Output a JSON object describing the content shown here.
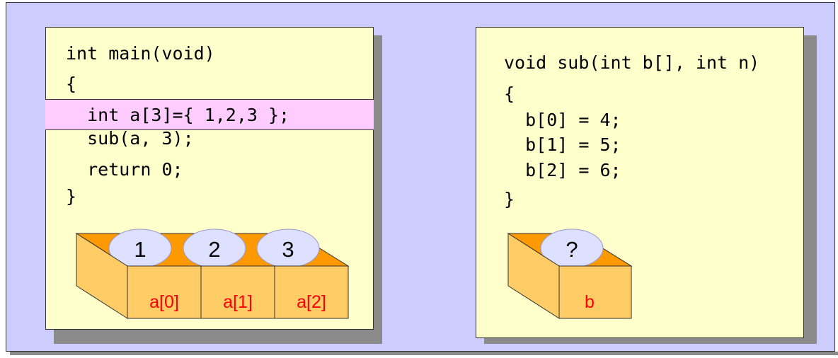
{
  "main_panel": {
    "code_lines": [
      "int main(void)",
      "{",
      "  int a[3]={ 1,2,3 };",
      "  sub(a, 3);",
      "  return 0;",
      "}"
    ],
    "highlighted_line_index": 2,
    "boxes": [
      {
        "value": "1",
        "label": "a[0]"
      },
      {
        "value": "2",
        "label": "a[1]"
      },
      {
        "value": "3",
        "label": "a[2]"
      }
    ]
  },
  "sub_panel": {
    "code_lines": [
      "void sub(int b[], int n)",
      "{",
      "  b[0] = 4;",
      "  b[1] = 5;",
      "  b[2] = 6;",
      "}"
    ],
    "box": {
      "value": "?",
      "label": "b"
    }
  },
  "colors": {
    "background": "#ccccff",
    "panel": "#ffffcc",
    "highlight": "#ffccff",
    "box_top": "#ff9900",
    "box_side": "#ffcc66",
    "label": "#ff0000",
    "bubble": "#dde0ff"
  }
}
